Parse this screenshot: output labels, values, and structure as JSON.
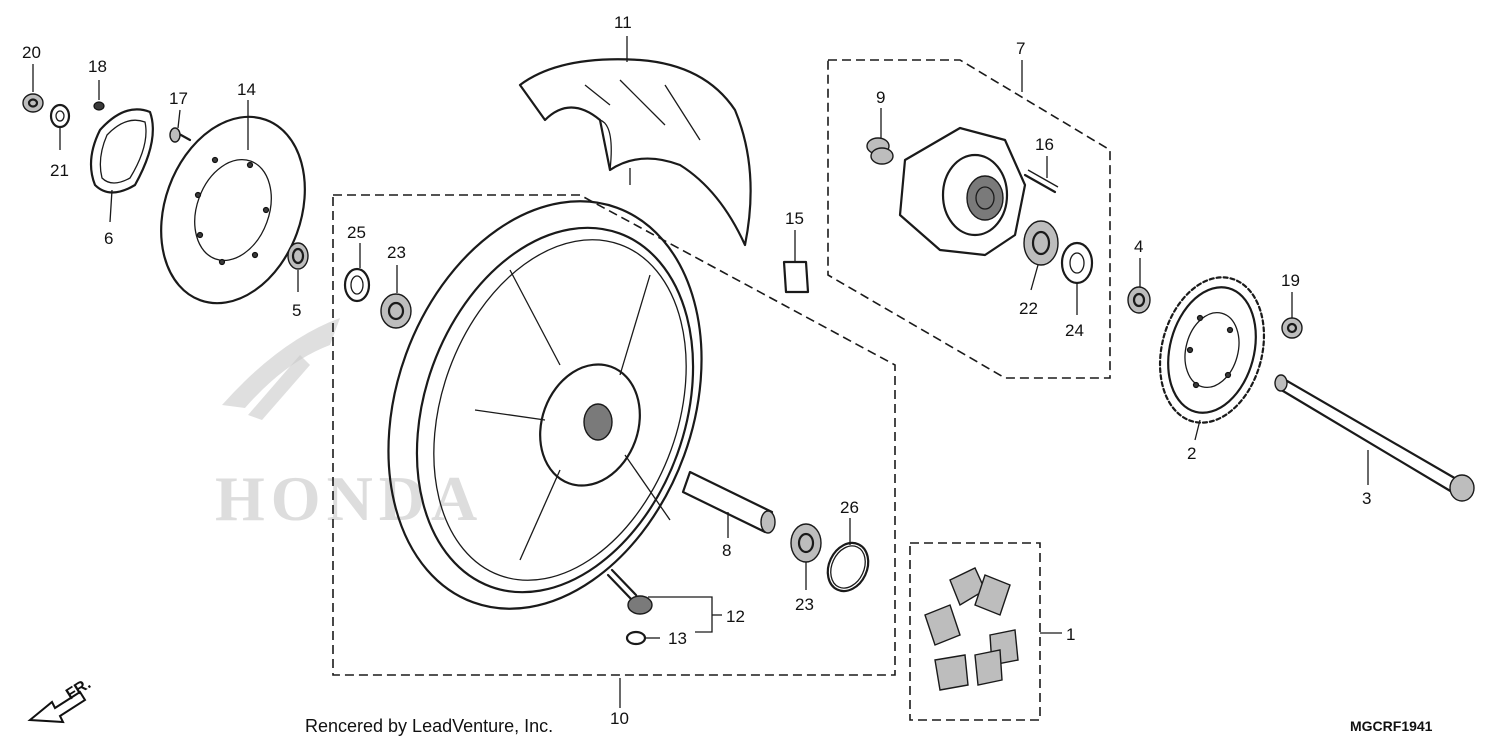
{
  "callouts": {
    "c1": "1",
    "c2": "2",
    "c3": "3",
    "c4": "4",
    "c5": "5",
    "c6": "6",
    "c7": "7",
    "c8": "8",
    "c9": "9",
    "c10": "10",
    "c11": "11",
    "c12": "12",
    "c13": "13",
    "c14": "14",
    "c15": "15",
    "c16": "16",
    "c17": "17",
    "c18": "18",
    "c19": "19",
    "c20": "20",
    "c21": "21",
    "c22": "22",
    "c23a": "23",
    "c23b": "23",
    "c24": "24",
    "c25": "25",
    "c26": "26"
  },
  "direction_label": "FR.",
  "watermark_text": "HONDA",
  "credit": "Rencered by LeadVenture, Inc.",
  "figure_code": "MGCRF1941"
}
